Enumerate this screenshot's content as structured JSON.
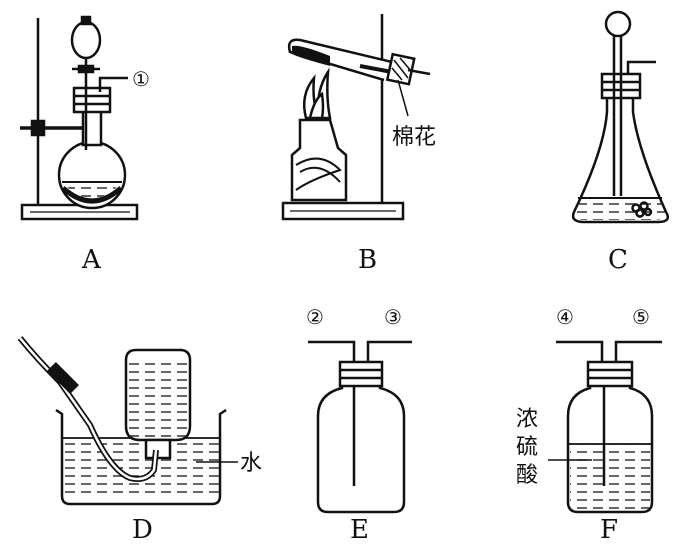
{
  "figure": {
    "panels": [
      {
        "id": "A",
        "label": "A"
      },
      {
        "id": "B",
        "label": "B"
      },
      {
        "id": "C",
        "label": "C"
      },
      {
        "id": "D",
        "label": "D"
      },
      {
        "id": "E",
        "label": "E"
      },
      {
        "id": "F",
        "label": "F"
      }
    ],
    "annotations": {
      "a_port": "①",
      "b_cotton": "棉花",
      "d_water": "水",
      "e_left": "②",
      "e_right": "③",
      "f_left": "④",
      "f_right": "⑤",
      "f_acid": [
        "浓",
        "硫",
        "酸"
      ]
    }
  }
}
